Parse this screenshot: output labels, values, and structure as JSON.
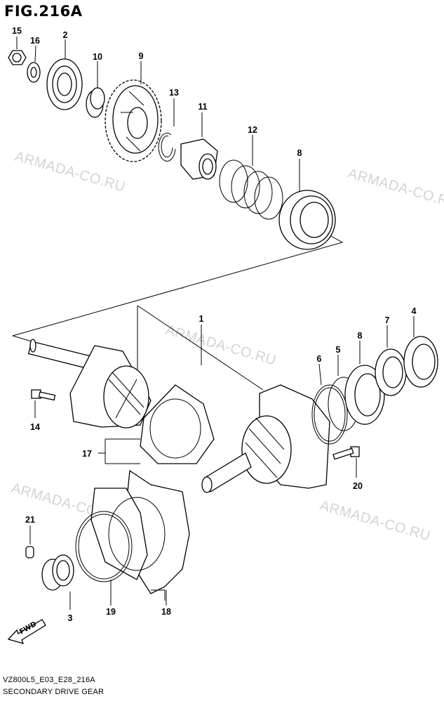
{
  "figure_title": "FIG.216A",
  "watermark": "ARMADA-CO.RU",
  "caption_code": "VZ800L5_E03_E28_216A",
  "caption_name": "SECONDARY DRIVE GEAR",
  "fwd_label": "FWD",
  "callouts": {
    "c1": "1",
    "c2": "2",
    "c3": "3",
    "c4": "4",
    "c5": "5",
    "c6": "6",
    "c7": "7",
    "c8a": "8",
    "c8b": "8",
    "c9": "9",
    "c10": "10",
    "c11": "11",
    "c12": "12",
    "c13": "13",
    "c14": "14",
    "c15": "15",
    "c16": "16",
    "c17": "17",
    "c18": "18",
    "c19": "19",
    "c20": "20",
    "c21": "21"
  }
}
